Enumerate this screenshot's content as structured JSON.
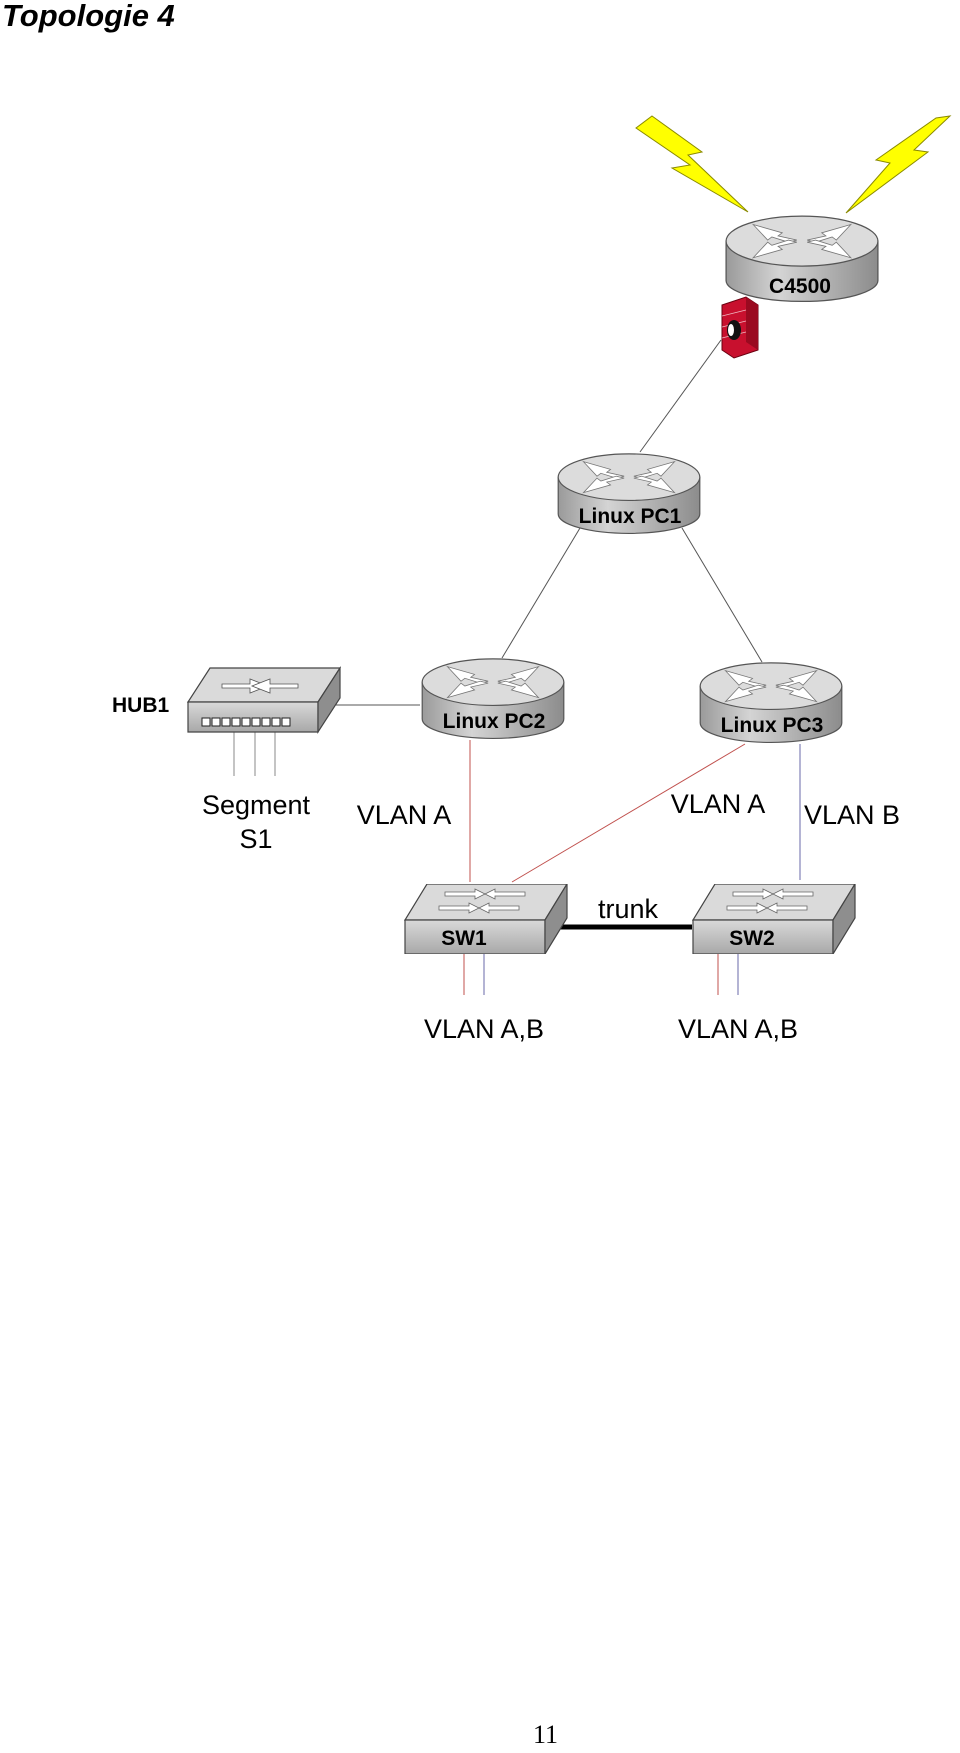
{
  "title": "Topologie 4",
  "page_number": "11",
  "devices": {
    "c4500": "C4500",
    "pc1": "Linux PC1",
    "pc2": "Linux PC2",
    "pc3": "Linux PC3",
    "hub1": "HUB1",
    "sw1": "SW1",
    "sw2": "SW2"
  },
  "labels": {
    "segment_line1": "Segment",
    "segment_line2": "S1",
    "vlan_a_left": "VLAN A",
    "vlan_a_right": "VLAN A",
    "vlan_b": "VLAN B",
    "trunk": "trunk",
    "sw1_ports": "VLAN A,B",
    "sw2_ports": "VLAN A,B"
  },
  "colors": {
    "vlan_a": "#c0504d",
    "vlan_b": "#6a6aa8",
    "link": "#555555",
    "device_body": "#c8c8c8",
    "device_top": "#dedede",
    "lightning": "#ffff00",
    "firewall": "#c8102e"
  }
}
